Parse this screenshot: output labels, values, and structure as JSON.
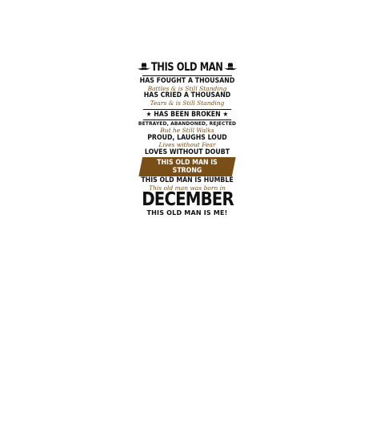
{
  "poster": {
    "title": "THIS OLD MAN",
    "lines": [
      "HAS FOUGHT A THOUSAND",
      "Battles & is Still Standing",
      "HAS CRIED A THOUSAND",
      "Tears & is Still Standing",
      "HAS BEEN BROKEN",
      "BETRAYED, ABANDONED, REJECTED",
      "But he Still Walks",
      "PROUD, LAUGHS LOUD",
      "Lives without Fear",
      "LOVES WITHOUT DOUBT",
      "THIS OLD MAN IS STRONG",
      "THIS OLD MAN IS HUMBLE",
      "This old man was born in",
      "DECEMBER",
      "THIS OLD MAN IS ME!"
    ],
    "colors": {
      "ink": "#111111",
      "accent": "#7a4e17",
      "banner_text": "#ffffff"
    },
    "icons": [
      "cowboy-hat-icon",
      "cowboy-hat-icon"
    ]
  }
}
